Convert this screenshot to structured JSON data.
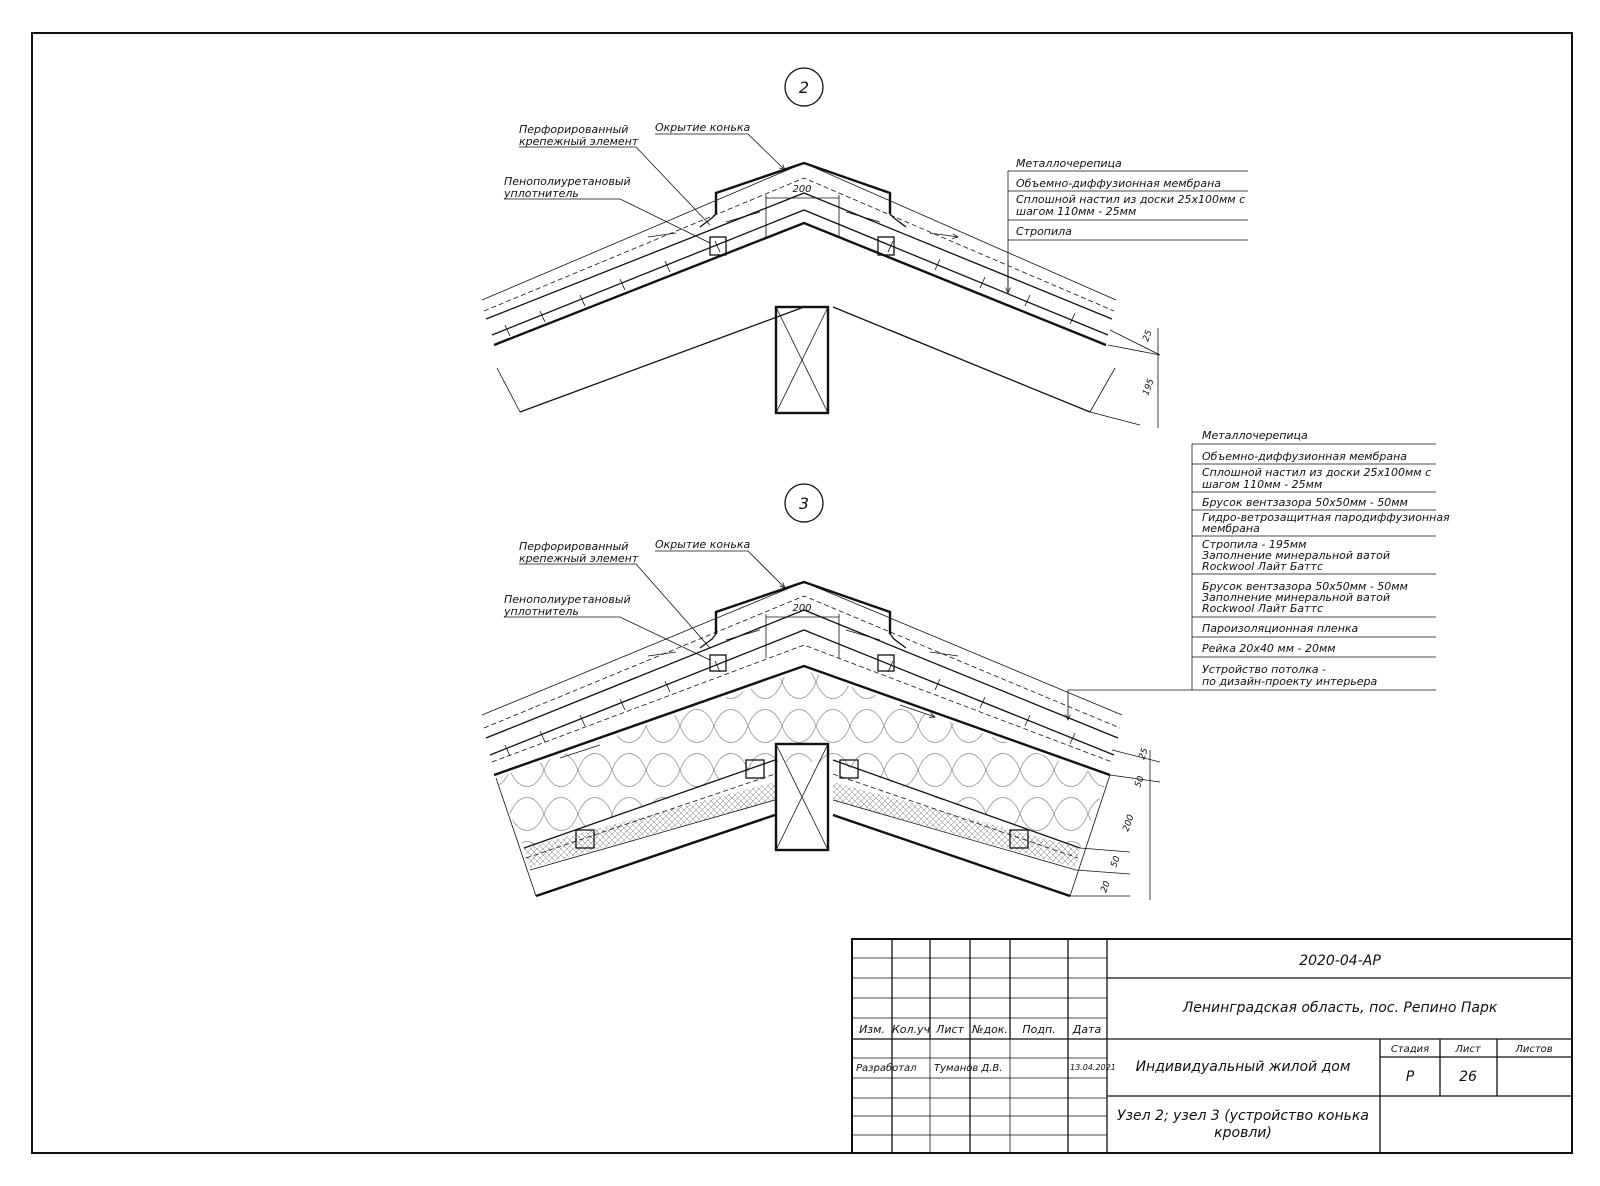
{
  "detail2": {
    "number": "2",
    "labels": {
      "perforated": [
        "Перфорированный",
        "крепежный элемент"
      ],
      "ridge_cover": "Окрытие конька",
      "sealant": [
        "Пенополиуретановый",
        "уплотнитель"
      ]
    },
    "layers": [
      "Металлочерепица",
      "Объемно-диффузионная мембрана",
      "Сплошной настил из доски 25х100мм с",
      "шагом 110мм - 25мм",
      "Стропила"
    ],
    "dims": {
      "gap": "200",
      "d25": "25",
      "d195": "195"
    }
  },
  "detail3": {
    "number": "3",
    "labels": {
      "perforated": [
        "Перфорированный",
        "крепежный элемент"
      ],
      "ridge_cover": "Окрытие конька",
      "sealant": [
        "Пенополиуретановый",
        "уплотнитель"
      ]
    },
    "layers": [
      "Металлочерепица",
      "Объемно-диффузионная мембрана",
      "Сплошной настил из доски 25х100мм с",
      "шагом 110мм - 25мм",
      "Брусок вентзазора 50х50мм - 50мм",
      "Гидро-ветрозащитная пародиффузионная",
      "мембрана",
      "Стропила - 195мм",
      "Заполнение минеральной ватой",
      "Rockwool Лайт Баттс",
      "Брусок вентзазора 50х50мм - 50мм",
      "Заполнение минеральной ватой",
      "Rockwool Лайт Баттс",
      "Пароизоляционная пленка",
      "Рейка 20х40 мм - 20мм",
      "Устройство потолка -",
      "по дизайн-проекту интерьера"
    ],
    "dims": {
      "gap": "200",
      "d25": "25",
      "d50a": "50",
      "d200": "200",
      "d50b": "50",
      "d20": "20"
    }
  },
  "stamp": {
    "code": "2020-04-АР",
    "location": "Ленинградская область, пос. Репино Парк",
    "headers": [
      "Изм.",
      "Кол.уч",
      "Лист",
      "№док.",
      "Подп.",
      "Дата"
    ],
    "developed_label": "Разработал",
    "developer": "Туманов Д.В.",
    "date": "13.04.2021",
    "object": "Индивидуальный жилой дом",
    "stage_label": "Стадия",
    "sheet_label": "Лист",
    "sheets_label": "Листов",
    "stage": "Р",
    "sheet": "26",
    "sheets": "",
    "drawing_title": [
      "Узел 2; узел 3 (устройство конька",
      "кровли)"
    ]
  }
}
